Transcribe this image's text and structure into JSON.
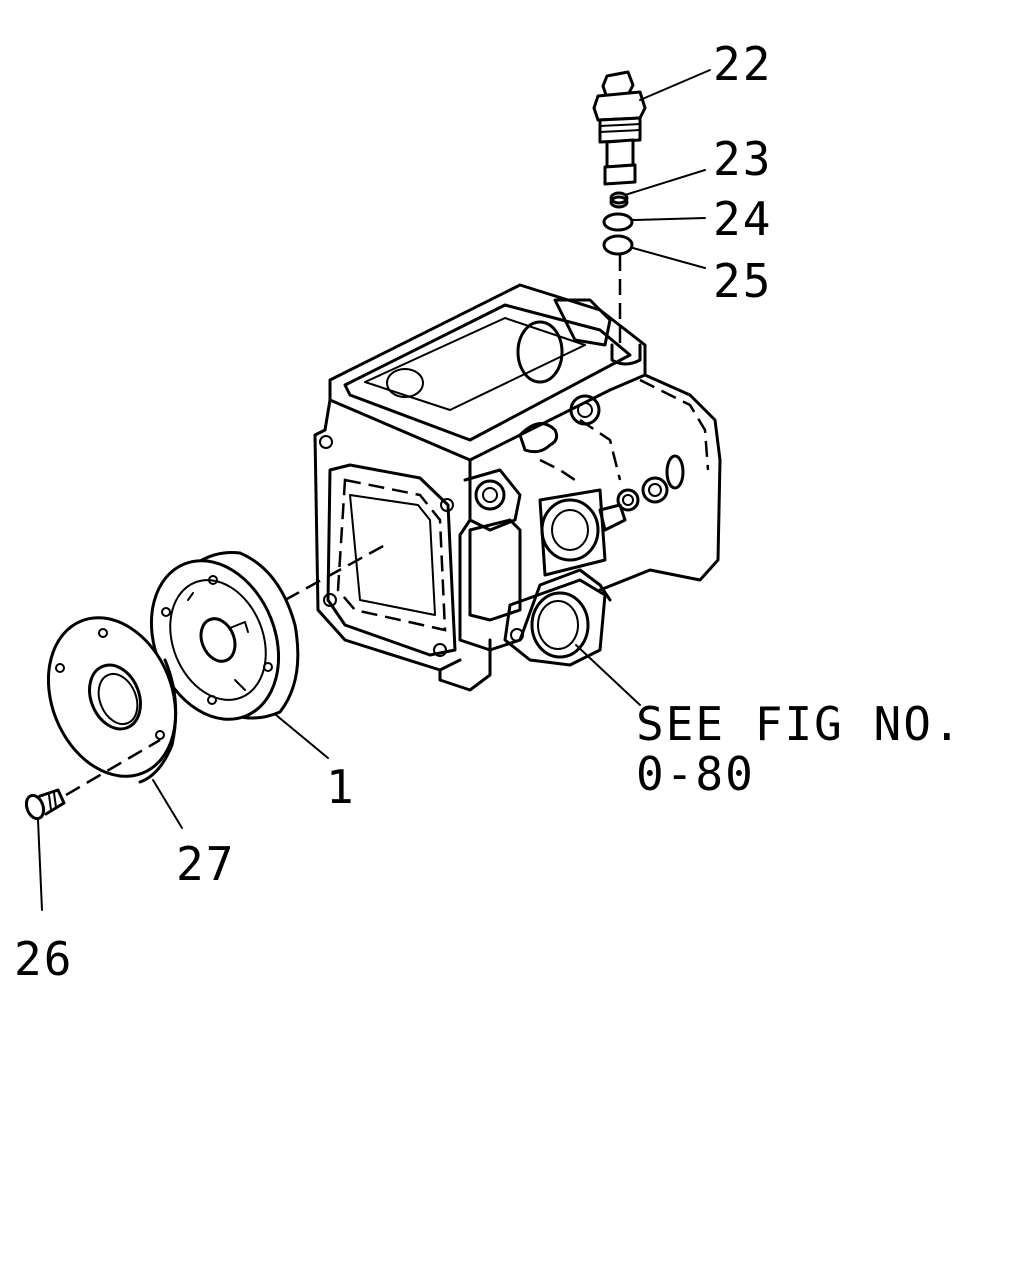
{
  "callouts": {
    "p22": "22",
    "p23": "23",
    "p24": "24",
    "p25": "25",
    "p1": "1",
    "p27": "27",
    "p26": "26"
  },
  "reference": {
    "line1": "SEE FIG NO.",
    "line2": "0-80"
  },
  "parts": {
    "housing": "pump-housing",
    "cover": "front-cover-1",
    "plate": "plate-27",
    "screw": "screw-26",
    "valve": "relief-valve-22",
    "spring": "spring-23",
    "ring24": "o-ring-24",
    "ring25": "o-ring-25"
  }
}
